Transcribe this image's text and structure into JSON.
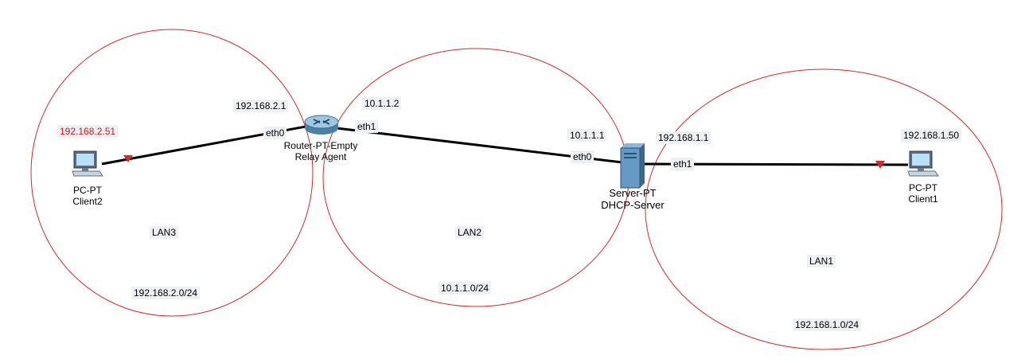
{
  "zones": [
    {
      "name": "LAN3",
      "network": "192.168.2.0/24"
    },
    {
      "name": "LAN2",
      "network": "10.1.1.0/24"
    },
    {
      "name": "LAN1",
      "network": "192.168.1.0/24"
    }
  ],
  "devices": {
    "client2": {
      "type": "PC-PT",
      "name": "Client2",
      "ip": "192.168.2.51"
    },
    "router": {
      "type": "Router-PT-Empty",
      "name": "Relay Agent",
      "eth0_ip": "192.168.2.1",
      "eth1_ip": "10.1.1.2",
      "eth0_label": "eth0",
      "eth1_label": "eth1"
    },
    "server": {
      "type": "Server-PT",
      "name": "DHCP-Server",
      "eth0_ip": "10.1.1.1",
      "eth1_ip": "192.168.1.1",
      "eth0_label": "eth0",
      "eth1_label": "eth1"
    },
    "client1": {
      "type": "PC-PT",
      "name": "Client1",
      "ip": "192.168.1.50"
    }
  },
  "colors": {
    "zone_border": "#d42a2a",
    "link": "#000000",
    "link_down_marker": "#d42a2a",
    "highlight_ip": "#d01a1a"
  }
}
